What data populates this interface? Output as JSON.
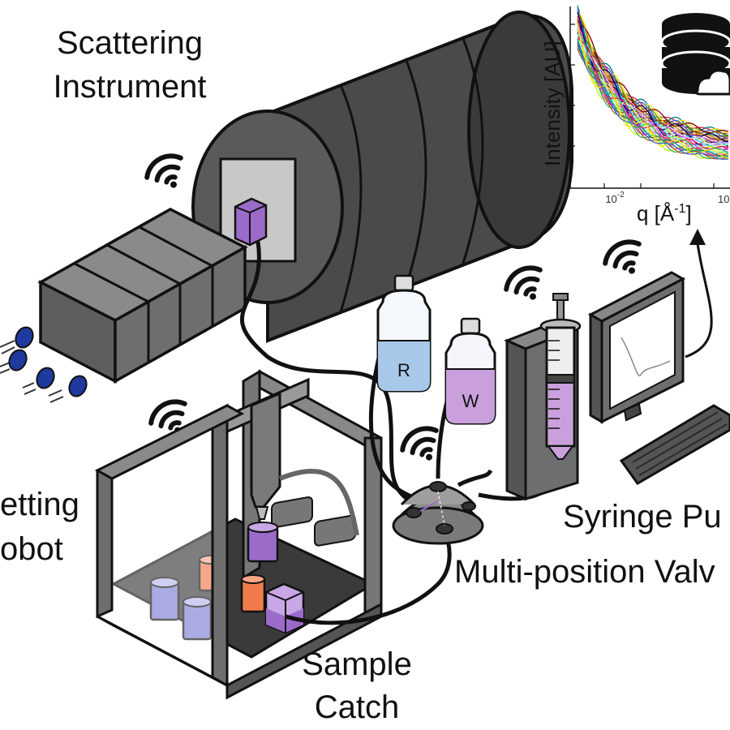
{
  "labels": {
    "scattering_instrument_line1": "Scattering",
    "scattering_instrument_line2": "Instrument",
    "pipetting_robot_line1": "etting",
    "pipetting_robot_line2": "obot",
    "syringe_pump": "Syringe Pu",
    "multiposition_valve": "Multi-position Valv",
    "sample_catch_line1": "Sample",
    "sample_catch_line2": "Catch",
    "reservoir_bottle": "R",
    "waste_bottle": "W"
  },
  "plot": {
    "ylabel": "Intensity [AU]",
    "xlabel": "q [Å",
    "xlabel_sup": "-1",
    "xlabel_close": "]",
    "xtick_1": "10",
    "xtick_1_sup": "-2",
    "xtick_2": "10"
  },
  "colors": {
    "drum": "#4a4a4a",
    "drum_dark": "#2e2e2e",
    "metal": "#6e6e6e",
    "metal_light": "#9a9a9a",
    "outline": "#111111",
    "purple": "#9b6bc9",
    "purple_light": "#c9a6e6",
    "blue_liquid": "#a8c8ea",
    "waste_liquid": "#c9a0dc",
    "orange": "#f07a4a",
    "dot_blue": "#1f3a9e"
  },
  "chart_data": {
    "type": "line",
    "xlabel": "q [Å-1]",
    "ylabel": "Intensity [AU]",
    "x_scale": "log",
    "x_ticks": [
      "10-2",
      "10"
    ],
    "grid": false,
    "series_count": "many (multicolored overlapping curves)"
  }
}
